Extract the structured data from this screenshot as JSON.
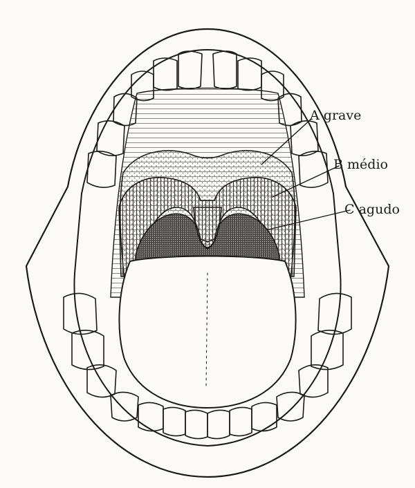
{
  "labels": [
    {
      "letter": "A",
      "word": "grave"
    },
    {
      "letter": "B",
      "word": "médio"
    },
    {
      "letter": "C",
      "word": "agudo"
    }
  ],
  "colors": {
    "ink": "#1c1a18",
    "paper": "#fbfaf6",
    "hatch": "#8a8883"
  },
  "icons": [
    "open-mouth-illustration"
  ]
}
